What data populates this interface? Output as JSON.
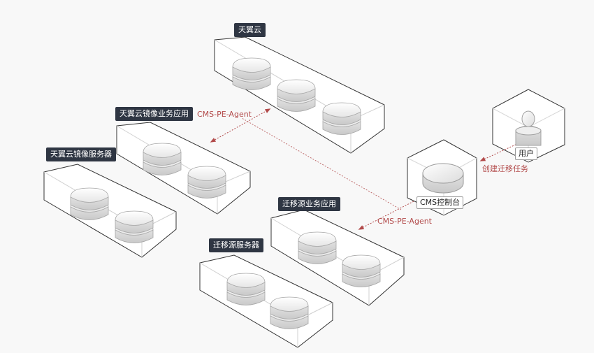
{
  "labels": {
    "tianyi_cloud": "天翼云",
    "tianyi_mirror_app": "天翼云镜像业务应用",
    "tianyi_mirror_server": "天翼云镜像服务器",
    "migration_source_app": "迁移源业务应用",
    "migration_source_server": "迁移源服务器",
    "cms_console": "CMS控制台",
    "user": "用户"
  },
  "arrows": {
    "agent_top": "CMS-PE-Agent",
    "agent_bottom": "CMS-PE-Agent",
    "create_task": "创建迁移任务"
  },
  "colors": {
    "dark_label": "#2f3643",
    "arrow": "#b24a4a",
    "outline": "#333333"
  }
}
